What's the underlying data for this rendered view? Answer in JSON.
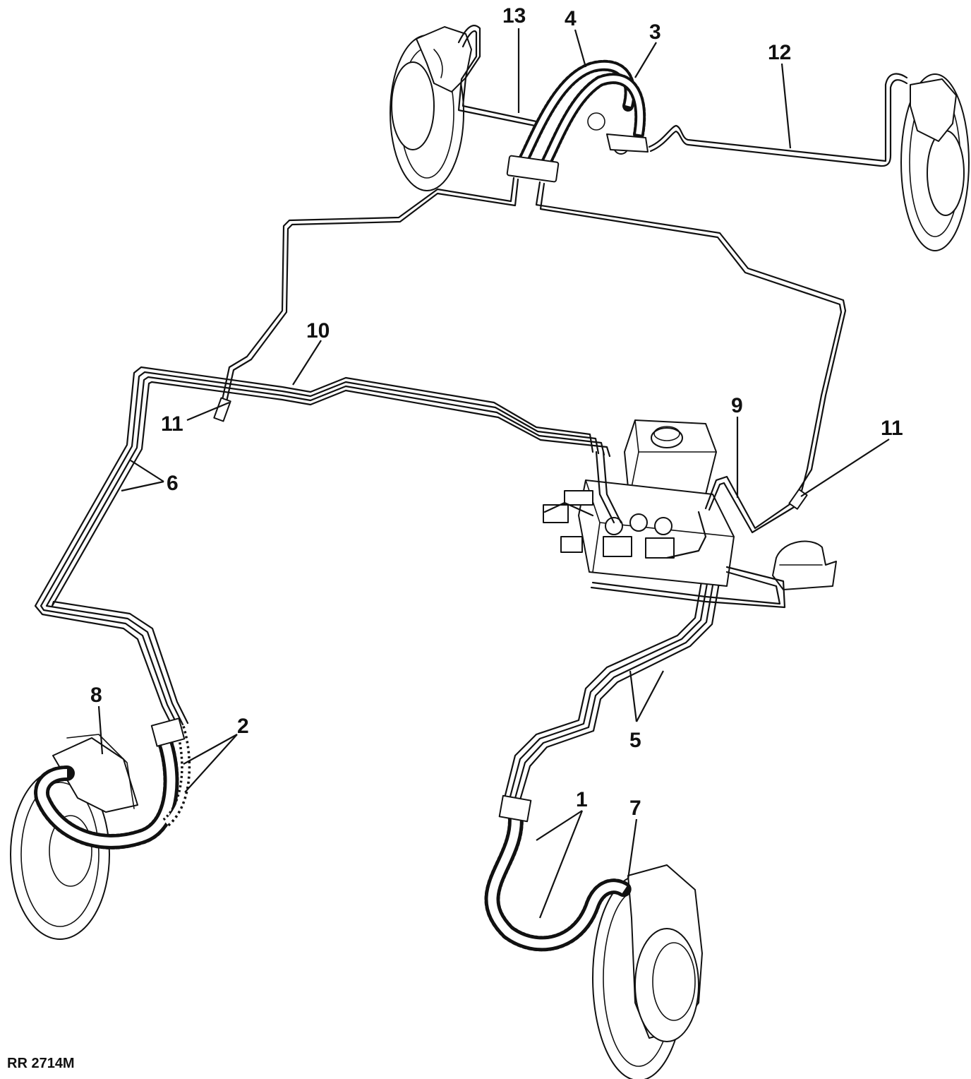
{
  "callouts": [
    {
      "id": "c13",
      "label": "13"
    },
    {
      "id": "c4",
      "label": "4"
    },
    {
      "id": "c3",
      "label": "3"
    },
    {
      "id": "c12",
      "label": "12"
    },
    {
      "id": "c10",
      "label": "10"
    },
    {
      "id": "c11a",
      "label": "11"
    },
    {
      "id": "c9",
      "label": "9"
    },
    {
      "id": "c11b",
      "label": "11"
    },
    {
      "id": "c6",
      "label": "6"
    },
    {
      "id": "c8",
      "label": "8"
    },
    {
      "id": "c2",
      "label": "2"
    },
    {
      "id": "c5",
      "label": "5"
    },
    {
      "id": "c1",
      "label": "1"
    },
    {
      "id": "c7",
      "label": "7"
    }
  ],
  "reference": "RR 2714M"
}
